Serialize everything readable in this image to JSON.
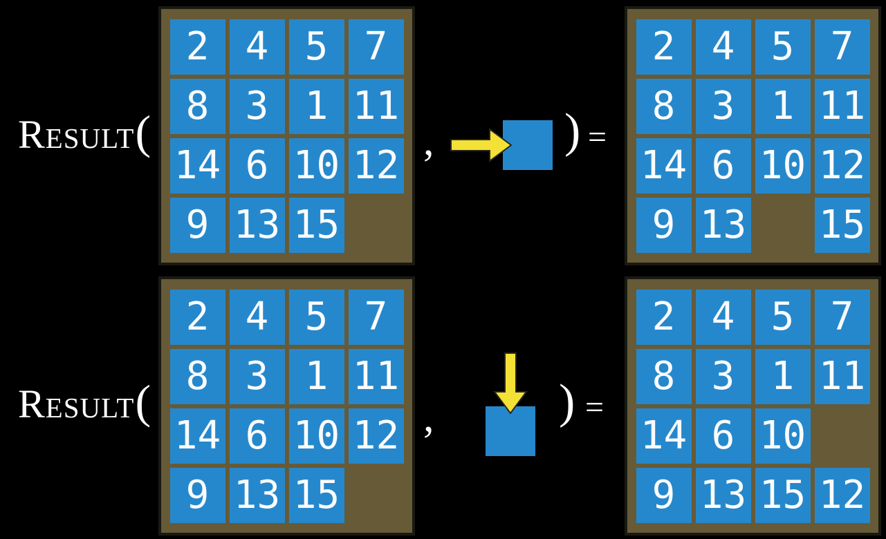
{
  "colors": {
    "background": "#000000",
    "tile_blue": "#2688CC",
    "board_brown": "#665A37",
    "board_border": "#1A1913",
    "arrow_yellow": "#F4E136",
    "number_white": "#FCFCFC"
  },
  "rows": [
    {
      "function_label": "Result",
      "open_paren": "(",
      "comma": ",",
      "move_icon": "right-arrow-icon",
      "move_direction": "right",
      "close_paren": ")",
      "equals": "=",
      "input_grid": [
        [
          "2",
          "4",
          "5",
          "7"
        ],
        [
          "8",
          "3",
          "1",
          "11"
        ],
        [
          "14",
          "6",
          "10",
          "12"
        ],
        [
          "9",
          "13",
          "15",
          ""
        ]
      ],
      "output_grid": [
        [
          "2",
          "4",
          "5",
          "7"
        ],
        [
          "8",
          "3",
          "1",
          "11"
        ],
        [
          "14",
          "6",
          "10",
          "12"
        ],
        [
          "9",
          "13",
          "",
          "15"
        ]
      ]
    },
    {
      "function_label": "Result",
      "open_paren": "(",
      "comma": ",",
      "move_icon": "down-arrow-icon",
      "move_direction": "down",
      "close_paren": ")",
      "equals": "=",
      "input_grid": [
        [
          "2",
          "4",
          "5",
          "7"
        ],
        [
          "8",
          "3",
          "1",
          "11"
        ],
        [
          "14",
          "6",
          "10",
          "12"
        ],
        [
          "9",
          "13",
          "15",
          ""
        ]
      ],
      "output_grid": [
        [
          "2",
          "4",
          "5",
          "7"
        ],
        [
          "8",
          "3",
          "1",
          "11"
        ],
        [
          "14",
          "6",
          "10",
          ""
        ],
        [
          "9",
          "13",
          "15",
          "12"
        ]
      ]
    }
  ]
}
